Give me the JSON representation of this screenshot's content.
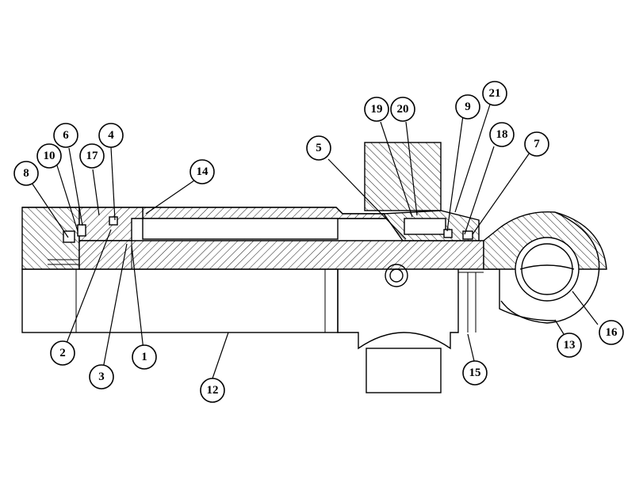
{
  "callouts": [
    {
      "id": "c1",
      "label": "1"
    },
    {
      "id": "c2",
      "label": "2"
    },
    {
      "id": "c3",
      "label": "3"
    },
    {
      "id": "c4",
      "label": "4"
    },
    {
      "id": "c5",
      "label": "5"
    },
    {
      "id": "c6",
      "label": "6"
    },
    {
      "id": "c7",
      "label": "7"
    },
    {
      "id": "c8",
      "label": "8"
    },
    {
      "id": "c9",
      "label": "9"
    },
    {
      "id": "c10",
      "label": "10"
    },
    {
      "id": "c12",
      "label": "12"
    },
    {
      "id": "c13",
      "label": "13"
    },
    {
      "id": "c14",
      "label": "14"
    },
    {
      "id": "c15",
      "label": "15"
    },
    {
      "id": "c16",
      "label": "16"
    },
    {
      "id": "c17",
      "label": "17"
    },
    {
      "id": "c18",
      "label": "18"
    },
    {
      "id": "c19",
      "label": "19"
    },
    {
      "id": "c20",
      "label": "20"
    },
    {
      "id": "c21",
      "label": "21"
    }
  ]
}
